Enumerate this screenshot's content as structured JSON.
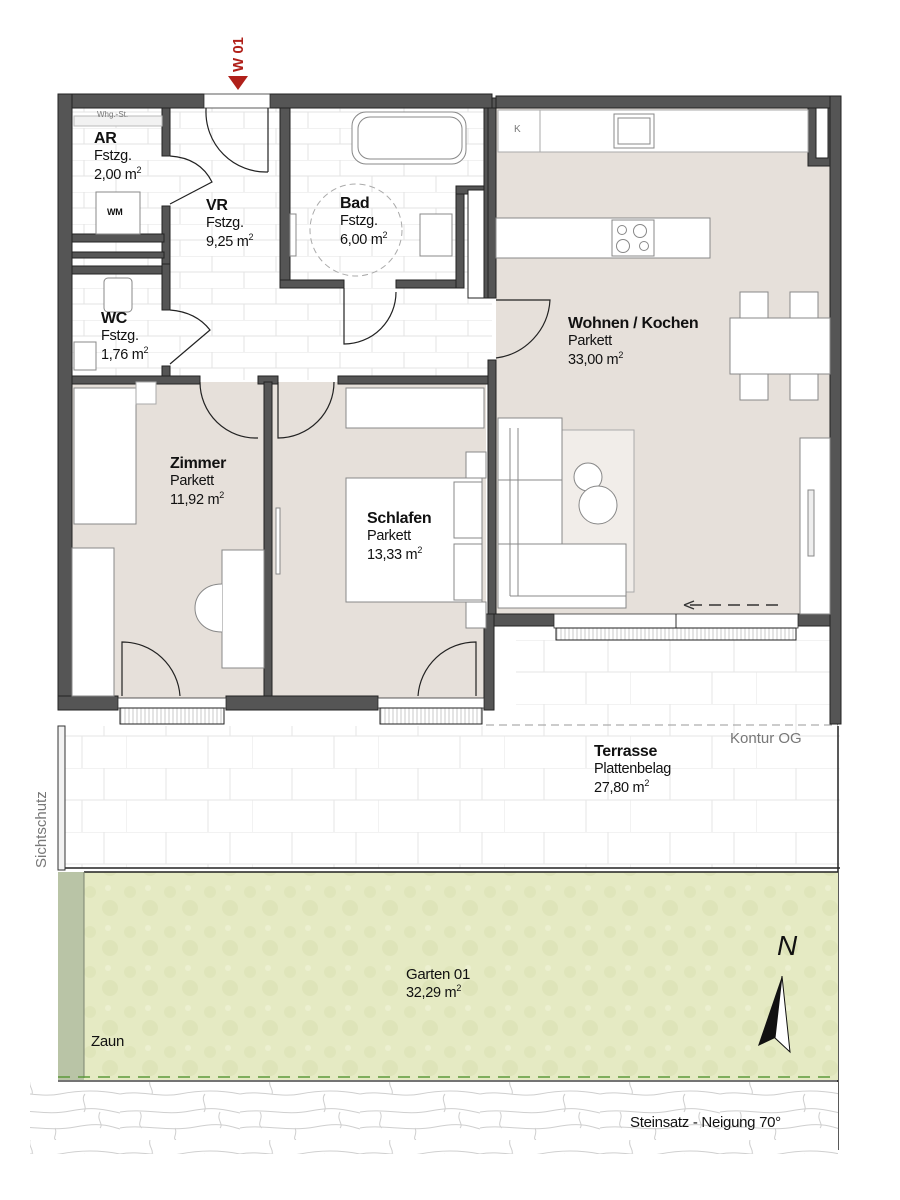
{
  "entrance": {
    "label": "W 01",
    "color": "#b0201a"
  },
  "colors": {
    "wall": "#555555",
    "wall_edge": "#222222",
    "parkett": "#e6e0da",
    "tile_bg": "#ffffff",
    "tile_line": "#e2e2e2",
    "garden": "#e6ebc4",
    "hedge": "#b9c4a6",
    "garden_dash": "#5c9a3a"
  },
  "rooms": [
    {
      "id": "ar",
      "name": "AR",
      "floor": "Fstzg.",
      "area": "2,00",
      "unit": "m",
      "unit_sup": "2"
    },
    {
      "id": "vr",
      "name": "VR",
      "floor": "Fstzg.",
      "area": "9,25",
      "unit": "m",
      "unit_sup": "2"
    },
    {
      "id": "bad",
      "name": "Bad",
      "floor": "Fstzg.",
      "area": "6,00",
      "unit": "m",
      "unit_sup": "2"
    },
    {
      "id": "wc",
      "name": "WC",
      "floor": "Fstzg.",
      "area": "1,76",
      "unit": "m",
      "unit_sup": "2"
    },
    {
      "id": "wohnen",
      "name": "Wohnen / Kochen",
      "floor": "Parkett",
      "area": "33,00",
      "unit": "m",
      "unit_sup": "2"
    },
    {
      "id": "zimmer",
      "name": "Zimmer",
      "floor": "Parkett",
      "area": "11,92",
      "unit": "m",
      "unit_sup": "2"
    },
    {
      "id": "schlafen",
      "name": "Schlafen",
      "floor": "Parkett",
      "area": "13,33",
      "unit": "m",
      "unit_sup": "2"
    },
    {
      "id": "terrasse",
      "name": "Terrasse",
      "floor": "Plattenbelag",
      "area": "27,80",
      "unit": "m",
      "unit_sup": "2"
    },
    {
      "id": "garten",
      "name": "Garten 01",
      "floor": "",
      "area": "32,29",
      "unit": "m",
      "unit_sup": "2"
    }
  ],
  "annotations": {
    "whg_st": "Whg.-St.",
    "wm": "WM",
    "k": "K",
    "kontur_og": "Kontur OG",
    "sichtschutz": "Sichtschutz",
    "zaun": "Zaun",
    "steinsatz": "Steinsatz - Neigung 70°",
    "north": "N"
  }
}
